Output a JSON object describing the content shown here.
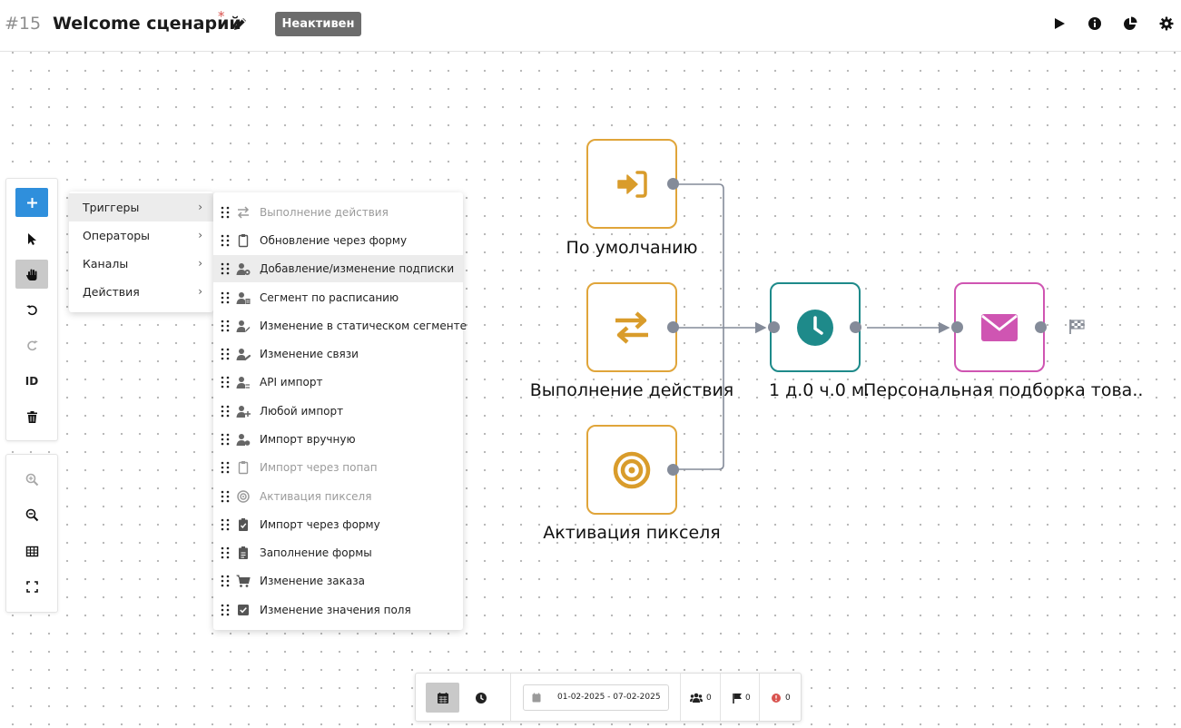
{
  "header": {
    "scenario_id": "#15",
    "title": "Welcome сценарий",
    "required_mark": "*",
    "status": "Неактивен",
    "icons": [
      "play-icon",
      "info-icon",
      "chart-pie-icon",
      "gear-icon"
    ]
  },
  "toolbar": {
    "tools": [
      "plus-icon",
      "pointer-icon",
      "hand-icon",
      "undo-icon",
      "redo-icon",
      "id-label",
      "trash-icon"
    ],
    "id_label": "ID",
    "zoom_tools": [
      "zoom-in-icon",
      "zoom-out-icon",
      "grid-icon",
      "fullscreen-icon"
    ]
  },
  "menu": {
    "categories": [
      {
        "label": "Триггеры",
        "active": true
      },
      {
        "label": "Операторы",
        "active": false
      },
      {
        "label": "Каналы",
        "active": false
      },
      {
        "label": "Действия",
        "active": false
      }
    ],
    "chevron": "›",
    "triggers": [
      {
        "label": "Выполнение действия",
        "icon": "arrows-exchange-icon",
        "disabled": true
      },
      {
        "label": "Обновление через форму",
        "icon": "clipboard-icon",
        "disabled": false
      },
      {
        "label": "Добавление/изменение подписки",
        "icon": "user-gear-icon",
        "disabled": false,
        "highlighted": true
      },
      {
        "label": "Сегмент по расписанию",
        "icon": "user-list-icon",
        "disabled": false
      },
      {
        "label": "Изменение в статическом сегменте",
        "icon": "user-edit-icon",
        "disabled": false
      },
      {
        "label": "Изменение связи",
        "icon": "user-link-icon",
        "disabled": false
      },
      {
        "label": "API импорт",
        "icon": "user-api-icon",
        "disabled": false
      },
      {
        "label": "Любой импорт",
        "icon": "user-plus-icon",
        "disabled": false
      },
      {
        "label": "Импорт вручную",
        "icon": "user-hand-icon",
        "disabled": false
      },
      {
        "label": "Импорт через попап",
        "icon": "clipboard-icon",
        "disabled": true
      },
      {
        "label": "Активация пикселя",
        "icon": "target-icon",
        "disabled": true
      },
      {
        "label": "Импорт через форму",
        "icon": "clipboard-check-icon",
        "disabled": false
      },
      {
        "label": "Заполнение формы",
        "icon": "clipboard-list-icon",
        "disabled": false
      },
      {
        "label": "Изменение заказа",
        "icon": "cart-icon",
        "disabled": false
      },
      {
        "label": "Изменение значения поля",
        "icon": "checkbox-icon",
        "disabled": false
      }
    ]
  },
  "flow": {
    "nodes": [
      {
        "label": "По умолчанию",
        "type": "trigger",
        "icon": "sign-in-icon"
      },
      {
        "label": "Выполнение действия",
        "type": "trigger",
        "icon": "arrows-exchange-icon"
      },
      {
        "label": "Активация пикселя",
        "type": "trigger",
        "icon": "target-icon"
      },
      {
        "label": "1 д.0 ч.0 м.",
        "type": "timer",
        "icon": "clock-icon"
      },
      {
        "label": "Персональная подборка това..",
        "type": "channel",
        "icon": "envelope-icon"
      }
    ],
    "end_icon": "checkered-flag-icon",
    "colors": {
      "trigger": "#e0a53a",
      "timer": "#1e8a8a",
      "channel": "#cf55b2",
      "connector": "#848b99"
    }
  },
  "bottombar": {
    "view_modes": [
      "calendar-icon",
      "clock-icon"
    ],
    "date_range": "01-02-2025 - 07-02-2025",
    "stats": [
      {
        "icon": "users-icon",
        "value": "0"
      },
      {
        "icon": "flag-icon",
        "value": "0"
      },
      {
        "icon": "error-icon",
        "value": "0"
      }
    ]
  }
}
